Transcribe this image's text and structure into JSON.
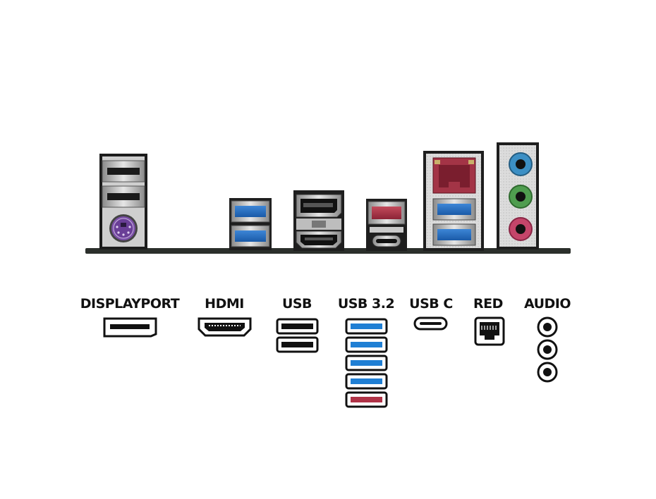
{
  "legend": {
    "displayport": "DISPLAYPORT",
    "hdmi": "HDMI",
    "usb": "USB",
    "usb32": "USB 3.2",
    "usbc": "USB C",
    "red": "RED",
    "audio": "AUDIO"
  },
  "legend_counts": {
    "usb_slots": 2,
    "usb32_blue_slots": 4,
    "usb32_red_slots": 1,
    "audio_jacks": 3
  },
  "colors": {
    "usb3_blue": "#1f6fc4",
    "usb_red": "#b03347",
    "ps2_purple": "#7b4fa8",
    "audio_blue": "#3c8fc4",
    "audio_green": "#4f9d4f",
    "audio_pink": "#c4456a",
    "board": "#2b2f2b"
  }
}
